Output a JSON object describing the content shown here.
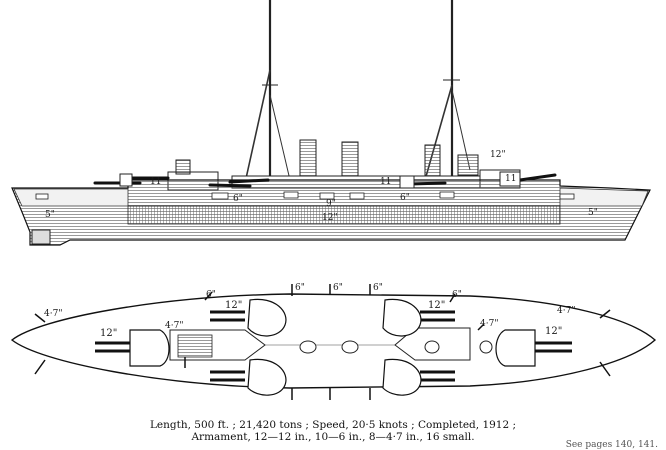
{
  "side_view": {
    "labels": {
      "belt_bow": "5\"",
      "belt_mid": "12\"",
      "belt_stern": "5\"",
      "battery_fwd": "6\"",
      "battery_aft": "6\"",
      "upper_belt_9": "9\"",
      "casemate_fwd": "11",
      "casemate_mid": "11",
      "casemate_aft": "11",
      "turret_top": "12\""
    }
  },
  "plan_view": {
    "labels": {
      "turret_fwd_left": "12\"",
      "turret_fwd_right": "12\"",
      "turret_wing_left": "12\"",
      "turret_wing_right": "12\"",
      "six_1": "6\"",
      "six_2": "6\"",
      "six_3": "6\"",
      "six_4": "6\"",
      "sec_left": "4·7\"",
      "sec_right": "4·7\"",
      "sec_inner_left": "4·7\"",
      "sec_inner_right": "4·7\""
    }
  },
  "caption": {
    "line1": "Length, 500 ft. ; 21,420 tons ; Speed, 20·5 knots ; Completed, 1912 ;",
    "line2": "Armament, 12—12 in., 10—6 in., 8—4·7 in., 16 small."
  },
  "page_ref": "See pages 140, 141."
}
